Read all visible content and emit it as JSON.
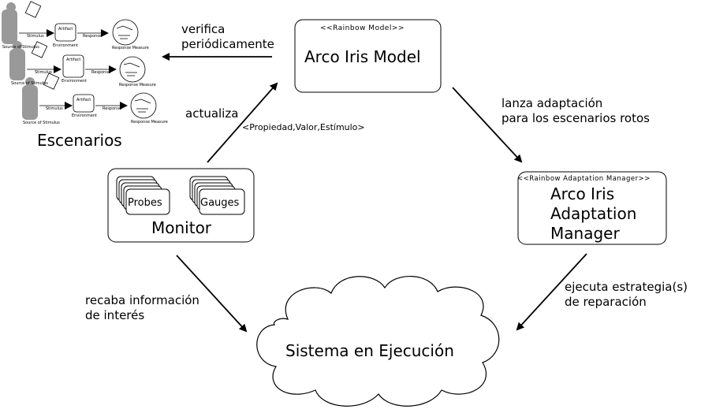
{
  "scenarios": {
    "caption": "Escenarios",
    "rows": [
      {
        "source": "Source of Stimulus",
        "stimulus": "Stimulus",
        "artifact": "Artifact",
        "environment": "Environment",
        "response": "Response",
        "measure": "Response Measure"
      },
      {
        "source": "Source of Stimulus",
        "stimulus": "Stimulus",
        "artifact": "Artifact",
        "environment": "Environment",
        "response": "Response",
        "measure": "Response Measure"
      },
      {
        "source": "Source of Stimulus",
        "stimulus": "Stimulus",
        "artifact": "Artifact",
        "environment": "Environment",
        "response": "Response",
        "measure": "Response Measure"
      }
    ]
  },
  "model": {
    "stereotype": "<<Rainbow Model>>",
    "title": "Arco Iris Model"
  },
  "adaptation": {
    "stereotype": "<<Rainbow Adaptation Manager>>",
    "title_lines": [
      "Arco Iris",
      "Adaptation",
      "Manager"
    ]
  },
  "monitor": {
    "title": "Monitor",
    "probes": "Probes",
    "gauges": "Gauges"
  },
  "system": {
    "title": "Sistema en Ejecución"
  },
  "edges": {
    "verifica": [
      "verifica",
      "periódicamente"
    ],
    "actualiza": "actualiza",
    "actualiza_detail": "<Propiedad,Valor,Estímulo>",
    "lanza": [
      "lanza adaptación",
      "para los escenarios rotos"
    ],
    "ejecuta": [
      "ejecuta estrategia(s)",
      "de reparación"
    ],
    "recaba": [
      "recaba información",
      "de interés"
    ]
  }
}
